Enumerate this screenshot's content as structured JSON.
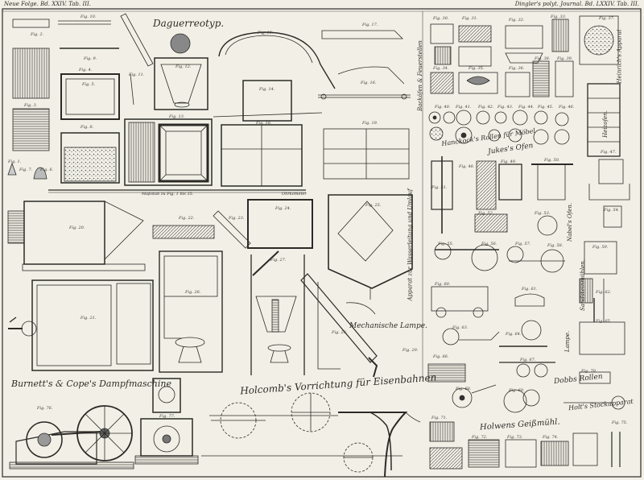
{
  "header": {
    "left": "Neue Folge. Bd. XXIV. Tab. III.",
    "right": "Dingler's polyt. Journal. Bd. LXXIV. Tab. III."
  },
  "captions": {
    "daguerreotyp": "Daguerreotyp.",
    "massstab": "Maßstab zu Fig. 1 bis 35.",
    "ohrkometer": "Ohrkometer",
    "backofen": "Backöfen & Feuerstellen",
    "heinrich": "Heinrich's Apparat",
    "heizofen": "Heizofen.",
    "jukes": "Jukes's Ofen",
    "hanckock": "Hanckock's Rollen für Möbel",
    "nabel": "Nabel's Ofen.",
    "muhlen": "Sandsteinmühlen.",
    "apparat_wand": "Apparat zur Wasserleitung und Umlauf",
    "mechanische_lampe": "Mechanische Lampe.",
    "lampe_wand": "Lampe.",
    "burnetts": "Burnett's & Cope's Dampfmaschine",
    "holcombs": "Holcomb's Vorrichtung für Eisenbahnen",
    "dobbs": "Dobbs Rollen",
    "holts": "Holt's Stockapparat",
    "holwens": "Holwens Geißmühl."
  },
  "figures": {
    "f1": "Fig. 1.",
    "f2": "Fig. 2.",
    "f3": "Fig. 3.",
    "f4": "Fig. 4.",
    "f5": "Fig. 5.",
    "f6": "Fig. 6.",
    "f7": "Fig. 7.",
    "f8": "Fig. 8.",
    "f9": "Fig. 9.",
    "f10": "Fig. 10.",
    "f11": "Fig. 11.",
    "f12": "Fig. 12.",
    "f13": "Fig. 13.",
    "f14": "Fig. 14.",
    "f15": "Fig. 15.",
    "f16": "Fig. 16.",
    "f17": "Fig. 17.",
    "f18": "Fig. 18.",
    "f19": "Fig. 19.",
    "f20": "Fig. 20.",
    "f21": "Fig. 21.",
    "f22": "Fig. 22.",
    "f23": "Fig. 23.",
    "f24": "Fig. 24.",
    "f25": "Fig. 25.",
    "f26": "Fig. 26.",
    "f27": "Fig. 27.",
    "f28": "Fig. 28.",
    "f29": "Fig. 29.",
    "f30": "Fig. 30.",
    "f31": "Fig. 31.",
    "f32": "Fig. 32.",
    "f33": "Fig. 33.",
    "f34": "Fig. 34.",
    "f35": "Fig. 35.",
    "f36": "Fig. 36.",
    "f37": "Fig. 37.",
    "f38": "Fig. 38.",
    "f39": "Fig. 39.",
    "f40": "Fig. 40.",
    "f41": "Fig. 41.",
    "f42": "Fig. 42.",
    "f43": "Fig. 43.",
    "f44": "Fig. 44.",
    "f45": "Fig. 45.",
    "f46": "Fig. 46.",
    "f47": "Fig. 47.",
    "f48": "Fig. 48.",
    "f49": "Fig. 49.",
    "f50": "Fig. 50.",
    "f51": "Fig. 51.",
    "f52": "Fig. 52.",
    "f53": "Fig. 53.",
    "f54": "Fig. 54.",
    "f55": "Fig. 55.",
    "f56": "Fig. 56.",
    "f57": "Fig. 57.",
    "f58": "Fig. 58.",
    "f59": "Fig. 59.",
    "f60": "Fig. 60.",
    "f61": "Fig. 61.",
    "f62": "Fig. 62.",
    "f63": "Fig. 63.",
    "f64": "Fig. 64.",
    "f65": "Fig. 65.",
    "f66": "Fig. 66.",
    "f67": "Fig. 67.",
    "f68": "Fig. 68.",
    "f69": "Fig. 69.",
    "f70": "Fig. 70.",
    "f71": "Fig. 71.",
    "f72": "Fig. 72.",
    "f73": "Fig. 73.",
    "f74": "Fig. 74.",
    "f75": "Fig. 75.",
    "f76": "Fig. 76.",
    "f77": "Fig. 77."
  },
  "colors": {
    "paper": "#f2f0e6",
    "ink": "#2b2a27"
  }
}
